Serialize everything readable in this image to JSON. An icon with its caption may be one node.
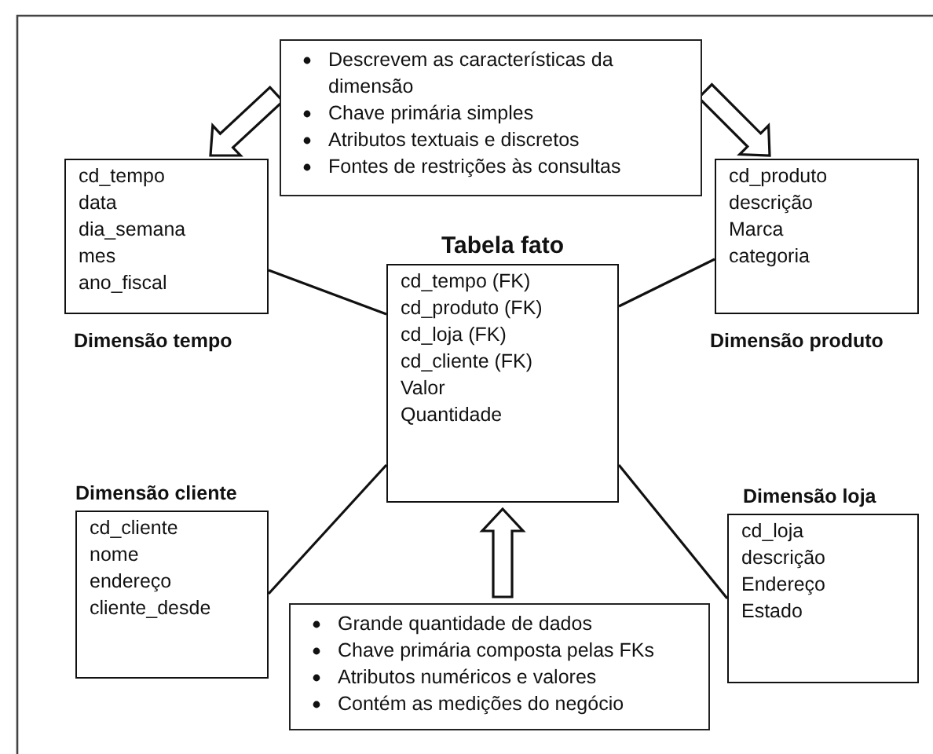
{
  "diagram": {
    "nodes": [
      {
        "text": [
          "Descrevem as características da dimensão",
          "Chave primária simples",
          "Atributos textuais e discretos",
          "Fontes de restrições às consultas"
        ]
      },
      {
        "text": [
          "cd_tempo",
          "data",
          "dia_semana",
          "mes",
          "ano_fiscal",
          "Dimensão tempo"
        ]
      },
      {
        "text": [
          "cd_produto",
          "descrição",
          "Marca",
          "categoria",
          "Dimensão produto"
        ]
      },
      {
        "text": [
          "Tabela fato",
          "cd_tempo (FK)",
          "cd_produto (FK)",
          "cd_loja (FK)",
          "cd_cliente (FK)",
          "Valor",
          "Quantidade"
        ]
      },
      {
        "text": [
          "Dimensão cliente",
          "cd_cliente",
          "nome",
          "endereço",
          "cliente_desde"
        ]
      },
      {
        "text": [
          "Dimensão loja",
          "cd_loja",
          "descrição",
          "Endereço",
          "Estado"
        ]
      },
      {
        "text": [
          "Grande quantidade de dados",
          "Chave primária composta pelas FKs",
          "Atributos numéricos e valores",
          "Contém as medições do negócio"
        ]
      }
    ],
    "edges": [
      {
        "from": 0,
        "to": 1,
        "arrow": "to",
        "style": "thick"
      },
      {
        "from": 0,
        "to": 2,
        "arrow": "to",
        "style": "thick"
      },
      {
        "from": 1,
        "to": 3,
        "arrow": "none"
      },
      {
        "from": 2,
        "to": 3,
        "arrow": "none"
      },
      {
        "from": 4,
        "to": 3,
        "arrow": "none"
      },
      {
        "from": 5,
        "to": 3,
        "arrow": "none"
      },
      {
        "from": 6,
        "to": 3,
        "arrow": "to",
        "style": "thick"
      }
    ]
  }
}
